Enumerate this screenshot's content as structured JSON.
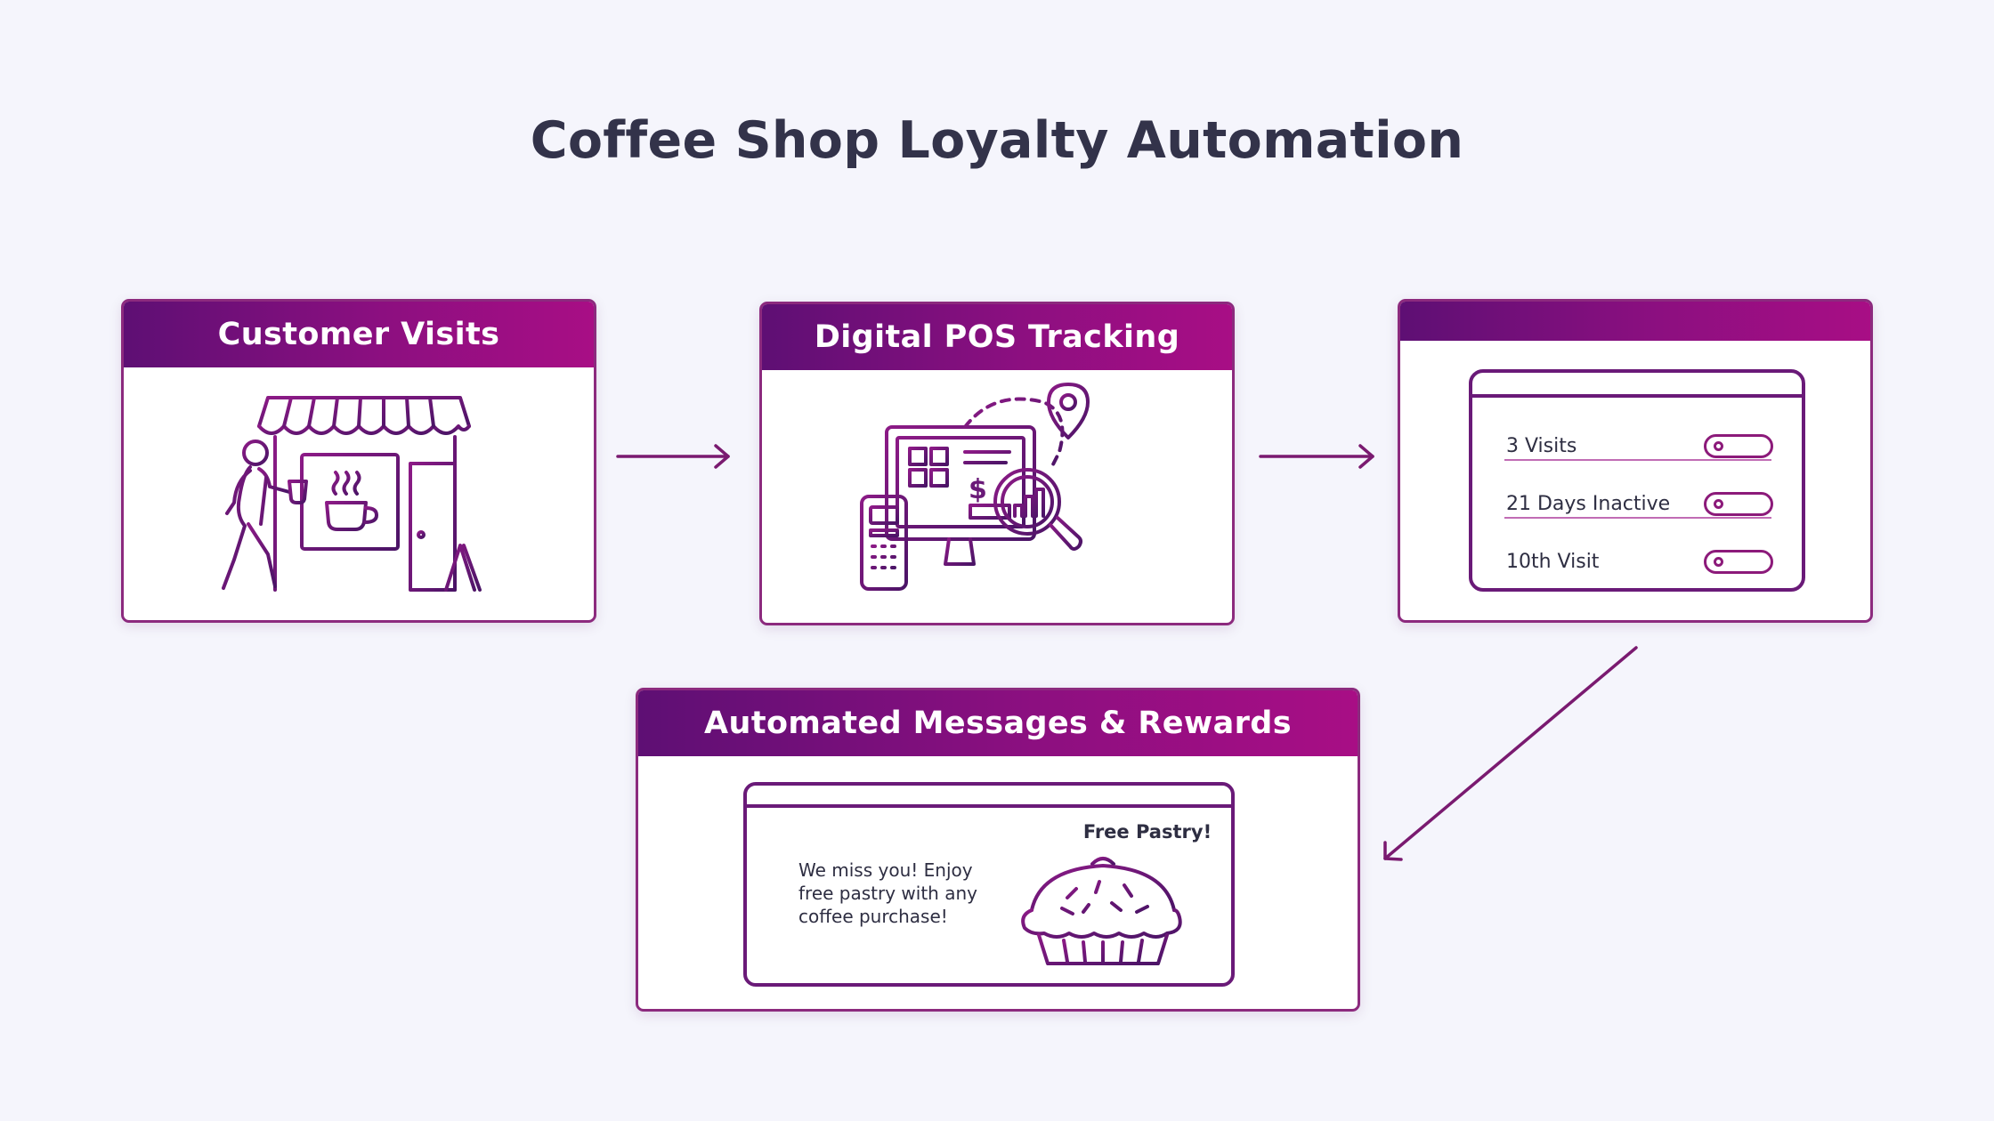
{
  "title": "Coffee Shop Loyalty Automation",
  "colors": {
    "accent_dark": "#5e0f74",
    "accent": "#8c0f80",
    "accent_light": "#a80e85",
    "text": "#33334a",
    "background": "#f5f5fc"
  },
  "steps": [
    {
      "title": "Customer Visits",
      "icon": "coffee-shop-storefront-icon"
    },
    {
      "title": "Digital POS Tracking",
      "icon": "pos-terminal-analytics-icon"
    },
    {
      "title": "",
      "segments": [
        {
          "label": "3 Visits"
        },
        {
          "label": "21 Days Inactive"
        },
        {
          "label": "10th Visit"
        }
      ]
    },
    {
      "title": "Automated Messages & Rewards",
      "message": "We miss you! Enjoy free pastry with any coffee purchase!",
      "reward": "Free Pastry!",
      "icon": "pie-icon"
    }
  ]
}
